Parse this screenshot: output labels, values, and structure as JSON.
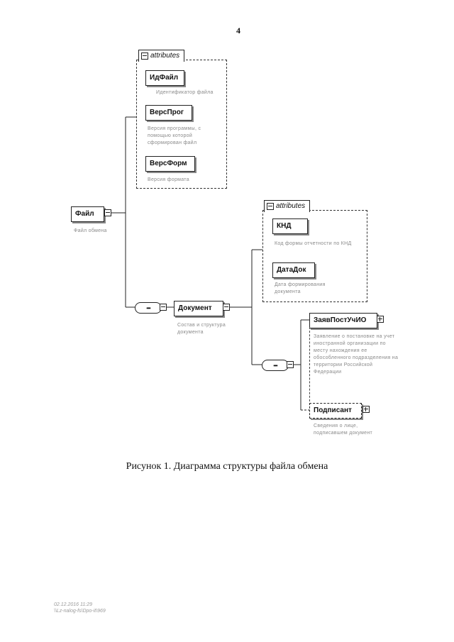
{
  "page": {
    "number": "4"
  },
  "diagram": {
    "root": {
      "label": "Файл",
      "description": "Файл обмена"
    },
    "attributes_label": "attributes",
    "root_attributes": [
      {
        "label": "ИдФайл",
        "description": "Идентификатор файла"
      },
      {
        "label": "ВерсПрог",
        "description": "Версия программы, с помощью которой сформирован файл"
      },
      {
        "label": "ВерсФорм",
        "description": "Версия формата"
      }
    ],
    "document": {
      "label": "Документ",
      "description": "Состав и структура документа"
    },
    "document_attributes": [
      {
        "label": "КНД",
        "description": "Код формы отчетности по КНД"
      },
      {
        "label": "ДатаДок",
        "description": "Дата формирования документа"
      }
    ],
    "children": [
      {
        "label": "ЗаявПостУчИО",
        "description": "Заявление о постановке на учет иностранной организации по месту нахождения ее обособленного подразделения на территории Российской Федерации"
      },
      {
        "label": "Подписант",
        "description": "Сведения о лице, подписавшем документ"
      }
    ],
    "sequence_symbol": "•••"
  },
  "caption": "Рисунок 1. Диаграмма структуры файла обмена",
  "footer": {
    "line1": "02.12.2016 11:29",
    "line2": "\\\\Lz-nalog-fs\\Dpo-it\\969"
  }
}
